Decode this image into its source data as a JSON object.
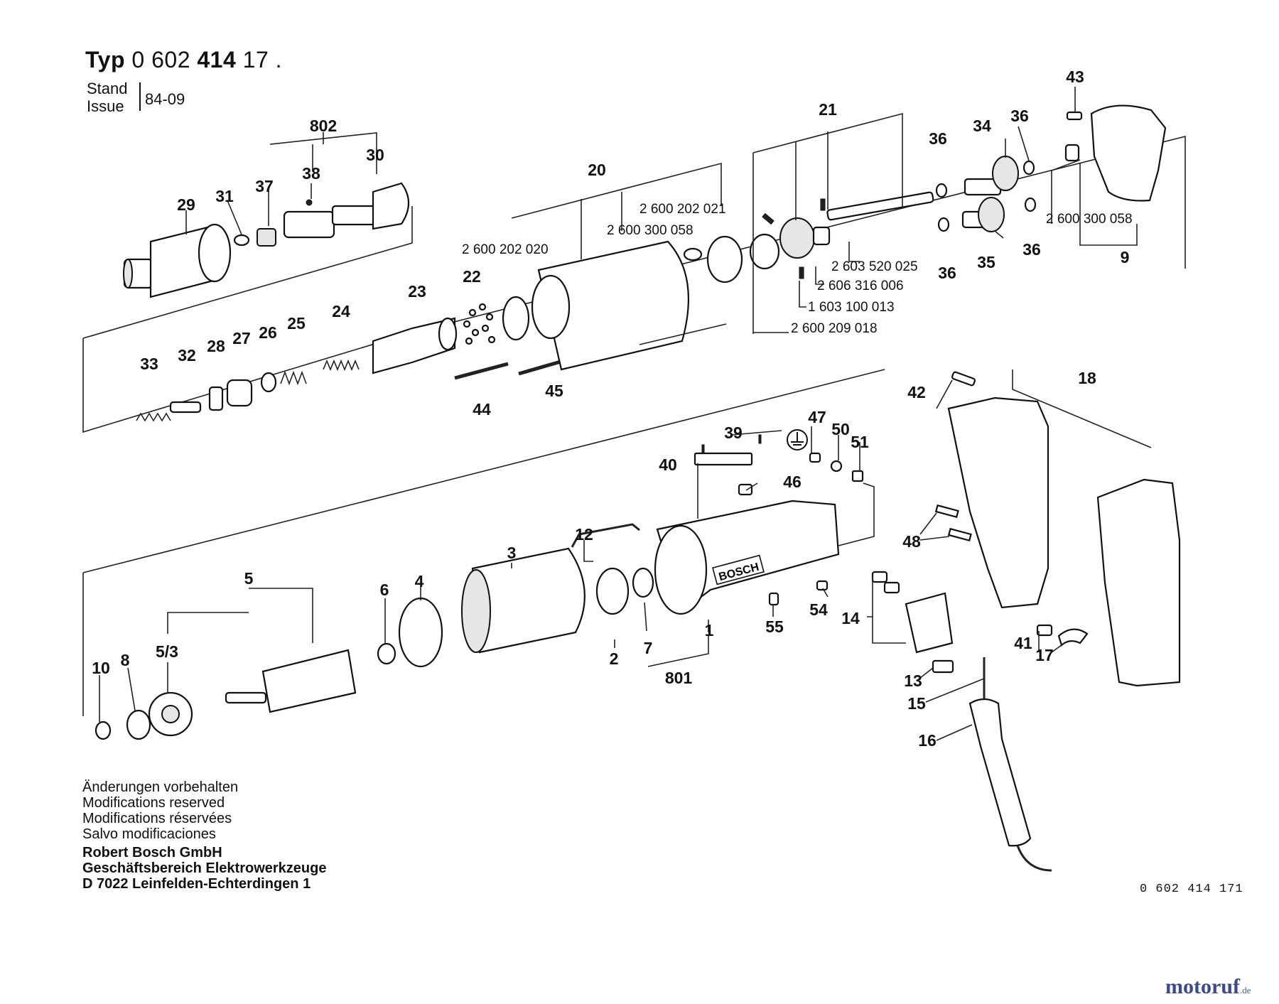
{
  "header": {
    "typ_label": "Typ",
    "typ_prefix": "0 602",
    "typ_bold": "414",
    "typ_suffix": "17 .",
    "stand_label": "Stand",
    "issue_label": "Issue",
    "date": "84-09"
  },
  "callouts": {
    "c1": "1",
    "c2": "2",
    "c3": "3",
    "c4": "4",
    "c5": "5",
    "c5_3": "5/3",
    "c6": "6",
    "c7": "7",
    "c8": "8",
    "c9": "9",
    "c10": "10",
    "c12": "12",
    "c13": "13",
    "c14": "14",
    "c15": "15",
    "c16": "16",
    "c17": "17",
    "c18": "18",
    "c20": "20",
    "c21": "21",
    "c22": "22",
    "c23": "23",
    "c24": "24",
    "c25": "25",
    "c26": "26",
    "c27": "27",
    "c28": "28",
    "c29": "29",
    "c30": "30",
    "c31": "31",
    "c32": "32",
    "c33": "33",
    "c34": "34",
    "c35": "35",
    "c36a": "36",
    "c36b": "36",
    "c36c": "36",
    "c36d": "36",
    "c37": "37",
    "c38": "38",
    "c39": "39",
    "c40": "40",
    "c41": "41",
    "c42": "42",
    "c43": "43",
    "c44": "44",
    "c45": "45",
    "c46": "46",
    "c47": "47",
    "c48": "48",
    "c50": "50",
    "c51": "51",
    "c54": "54",
    "c55": "55",
    "c801": "801",
    "c802": "802"
  },
  "part_numbers": {
    "pn_202_021": "2 600 202 021",
    "pn_300_058a": "2 600 300 058",
    "pn_202_020": "2 600 202 020",
    "pn_520_025": "2 603 520 025",
    "pn_316_006": "2 606 316 006",
    "pn_100_013": "1 603 100 013",
    "pn_209_018": "2 600 209 018",
    "pn_300_058b": "2 600 300 058"
  },
  "brand_on_housing": "BOSCH",
  "footer": {
    "line1": "Änderungen vorbehalten",
    "line2": "Modifications reserved",
    "line3": "Modifications réservées",
    "line4": "Salvo modificaciones",
    "line5": "Robert Bosch GmbH",
    "line6": "Geschäftsbereich Elektrowerkzeuge",
    "line7": "D 7022 Leinfelden-Echterdingen 1"
  },
  "document_number": "0 602 414 171",
  "watermark": {
    "name": "motoruf",
    "suffix": ".de"
  }
}
